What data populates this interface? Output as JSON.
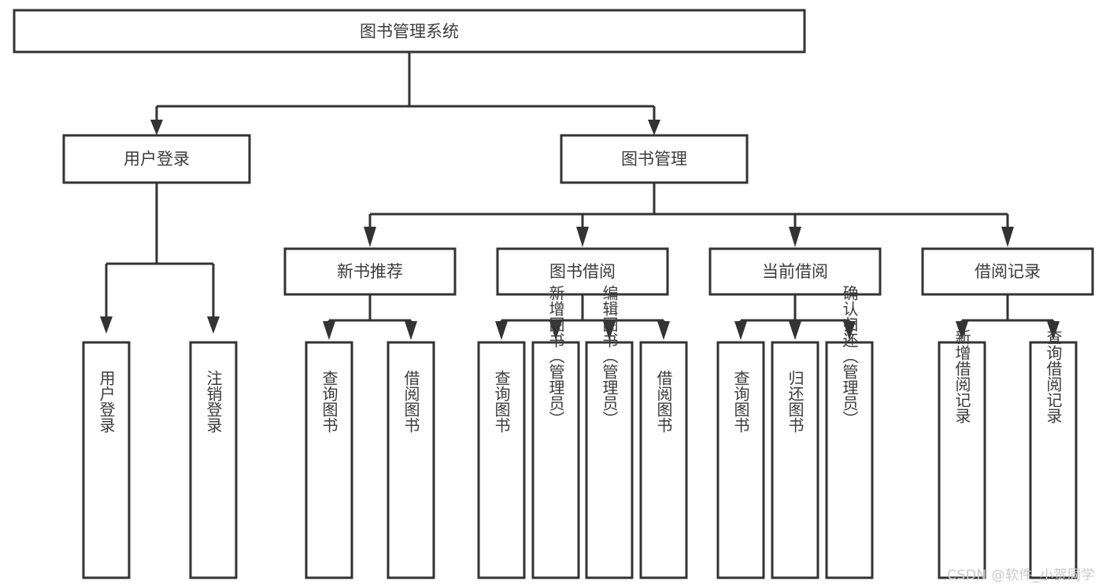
{
  "diagram": {
    "type": "tree",
    "title": "图书管理系统",
    "watermark": "CSDN @软件_小贺同学",
    "colors": {
      "stroke": "#333333",
      "fill": "#ffffff",
      "text": "#3b3b3b",
      "watermark": "#c9c9c9"
    },
    "levels": {
      "root": {
        "label": "图书管理系统"
      },
      "level2": [
        {
          "id": "user-login",
          "label": "用户登录"
        },
        {
          "id": "book-management",
          "label": "图书管理"
        }
      ],
      "level3": [
        {
          "id": "new-book-recommend",
          "label": "新书推荐",
          "parent": "book-management"
        },
        {
          "id": "book-borrow",
          "label": "图书借阅",
          "parent": "book-management"
        },
        {
          "id": "current-borrow",
          "label": "当前借阅",
          "parent": "book-management"
        },
        {
          "id": "borrow-record",
          "label": "借阅记录",
          "parent": "book-management"
        }
      ],
      "leaves": [
        {
          "id": "leaf-user-login",
          "label": "用户登录",
          "parent": "user-login"
        },
        {
          "id": "leaf-logout-login",
          "label": "注销登录",
          "parent": "user-login"
        },
        {
          "id": "leaf-query-book-1",
          "label": "查询图书",
          "parent": "new-book-recommend"
        },
        {
          "id": "leaf-borrow-book-1",
          "label": "借阅图书",
          "parent": "new-book-recommend"
        },
        {
          "id": "leaf-query-book-2",
          "label": "查询图书",
          "parent": "book-borrow"
        },
        {
          "id": "leaf-add-book",
          "label": "新增图书（管理员）",
          "parent": "book-borrow"
        },
        {
          "id": "leaf-edit-book",
          "label": "编辑图书（管理员）",
          "parent": "book-borrow"
        },
        {
          "id": "leaf-borrow-book-2",
          "label": "借阅图书",
          "parent": "book-borrow"
        },
        {
          "id": "leaf-query-book-3",
          "label": "查询图书",
          "parent": "current-borrow"
        },
        {
          "id": "leaf-return-book",
          "label": "归还图书",
          "parent": "current-borrow"
        },
        {
          "id": "leaf-confirm-return",
          "label": "确认归还（管理员）",
          "parent": "current-borrow"
        },
        {
          "id": "leaf-add-record",
          "label": "新增借阅记录",
          "parent": "borrow-record"
        },
        {
          "id": "leaf-query-record",
          "label": "查询借阅记录",
          "parent": "borrow-record"
        }
      ]
    }
  },
  "labels": {
    "root_title": "图书管理系统",
    "l2_user_login": "用户登录",
    "l2_book_management": "图书管理",
    "l3_new_book_recommend": "新书推荐",
    "l3_book_borrow": "图书借阅",
    "l3_current_borrow": "当前借阅",
    "l3_borrow_record": "借阅记录",
    "leaf_user_login": "用户登录",
    "leaf_logout_login": "注销登录",
    "leaf_query_book_1": "查询图书",
    "leaf_borrow_book_1": "借阅图书",
    "leaf_query_book_2": "查询图书",
    "leaf_add_book": "新增图书（管理员）",
    "leaf_edit_book": "编辑图书（管理员）",
    "leaf_borrow_book_2": "借阅图书",
    "leaf_query_book_3": "查询图书",
    "leaf_return_book": "归还图书",
    "leaf_confirm_return": "确认归还（管理员）",
    "leaf_add_record": "新增借阅记录",
    "leaf_query_record": "查询借阅记录",
    "watermark": "CSDN @软件_小贺同学"
  }
}
